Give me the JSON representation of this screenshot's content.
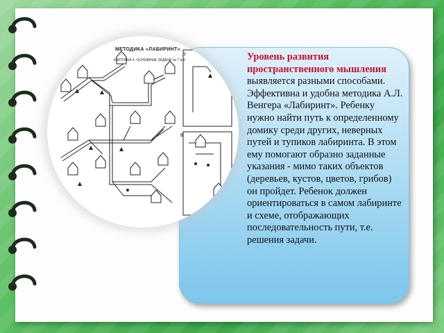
{
  "slide": {
    "highlight": "Уровень развития пространственного мышления",
    "body": " выявляется разными способами. Эффективна и удобна методика А.Л. Венгера «Лабиринт». Ребенку нужно найти путь к определенному домику среди других, неверных путей и тупиков лабиринта. В этом ему помогают образно заданные указания - мимо таких объектов (деревьев, кустов, цветов, грибов) он пройдет. Ребенок должен ориентироваться в самом лабиринте и схеме, отображающих последовательность пути, т.е. решения задачи."
  },
  "image": {
    "title": "МЕТОДИКА «ЛАБИРИНТ»",
    "subtitle": "КАРТОЧКА 4. ОСНОВНЫЕ ЗАДАЧИ № 7 и 8",
    "label_7": "7",
    "label_8": "8"
  },
  "colors": {
    "highlight": "#c8102e",
    "card_top": "#dff1fb",
    "card_bottom": "#7dc6ec",
    "background_green": "#5cbf63"
  }
}
